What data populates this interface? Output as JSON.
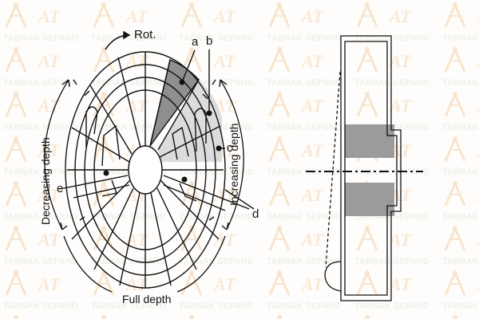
{
  "watermark": {
    "text": "TABNAK SEPAND",
    "logo_text": "AT",
    "color": "#f7dcc0",
    "text_color": "#e9e6e3"
  },
  "left_figure": {
    "rotation_label": "Rot.",
    "labels": {
      "a": "a",
      "b": "b",
      "c": "c",
      "d": "d",
      "e": "e"
    },
    "decreasing_label": "Decreasing depth",
    "increasing_label": "Increasing depth",
    "full_label": "Full depth",
    "colors": {
      "stroke": "#111111",
      "dark_segment": "#8f8f8f",
      "light_segment": "#dcdcdc"
    }
  },
  "right_figure": {
    "description": "side section view",
    "colors": {
      "stroke": "#111111",
      "shaded": "#9b9b9b"
    }
  }
}
